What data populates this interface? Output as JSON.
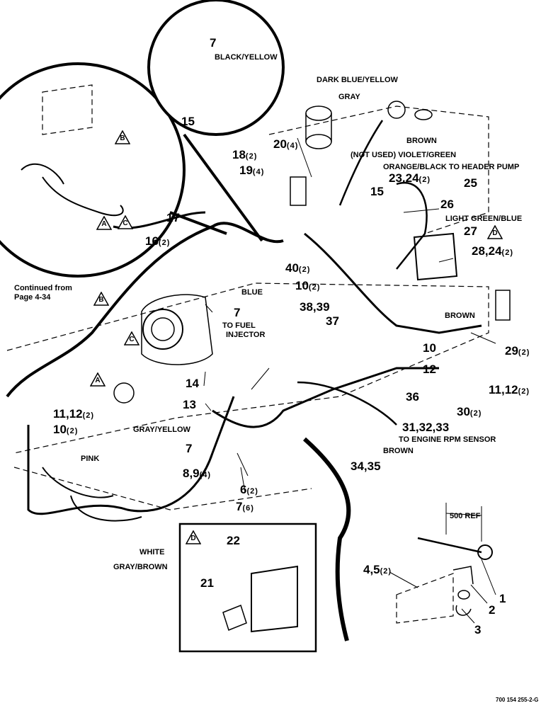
{
  "figure_code": "700 154 255-2-G",
  "continued_note": [
    "Continued from",
    "Page 4-34"
  ],
  "callouts": {
    "A": "A",
    "B": "B",
    "C": "C",
    "D": "D"
  },
  "parts": {
    "p1": "1",
    "p2": "2",
    "p3": "3",
    "p4_5": "4,5",
    "p4_5_qty": "(2)",
    "p6": "6",
    "p6_qty": "(2)",
    "p7a": "7",
    "p7b": "7",
    "p7c": "7",
    "p7d": "7",
    "p7d_qty": "(6)",
    "p8_9": "8,9",
    "p8_9_qty": "(4)",
    "p10a": "10",
    "p10a_qty": "(2)",
    "p10b": "10",
    "p10c": "10",
    "p10c_qty": "(2)",
    "p11_12a": "11,12",
    "p11_12a_qty": "(2)",
    "p11_12b": "11,12",
    "p11_12b_qty": "(2)",
    "p12": "12",
    "p13": "13",
    "p14": "14",
    "p15a": "15",
    "p15b": "15",
    "p16": "16",
    "p16_qty": "(2)",
    "p17": "17",
    "p18": "18",
    "p18_qty": "(2)",
    "p19": "19",
    "p19_qty": "(4)",
    "p20": "20",
    "p20_qty": "(4)",
    "p21": "21",
    "p22": "22",
    "p23_24": "23,24",
    "p23_24_qty": "(2)",
    "p25": "25",
    "p26": "26",
    "p27": "27",
    "p28_24": "28,24",
    "p28_24_qty": "(2)",
    "p29": "29",
    "p29_qty": "(2)",
    "p30": "30",
    "p30_qty": "(2)",
    "p31_33": "31,32,33",
    "p34_35": "34,35",
    "p36": "36",
    "p37": "37",
    "p38_39": "38,39",
    "p40": "40",
    "p40_qty": "(2)"
  },
  "wire_labels": {
    "black_yellow": "BLACK/YELLOW",
    "dark_blue_yellow": "DARK BLUE/YELLOW",
    "gray": "GRAY",
    "brown_top": "BROWN",
    "not_used": "(NOT USED) VIOLET/GREEN",
    "orange_black": "ORANGE/BLACK TO HEADER PUMP",
    "light_green_blue": "LIGHT GREEN/BLUE",
    "blue": "BLUE",
    "to_fuel_injector": [
      "TO FUEL",
      "INJECTOR"
    ],
    "brown_right": "BROWN",
    "gray_yellow": "GRAY/YELLOW",
    "to_engine_rpm": "TO ENGINE RPM SENSOR",
    "brown_bottom": "BROWN",
    "pink": "PINK",
    "white": "WHITE",
    "gray_brown": "GRAY/BROWN",
    "ref_500": "500 REF"
  }
}
